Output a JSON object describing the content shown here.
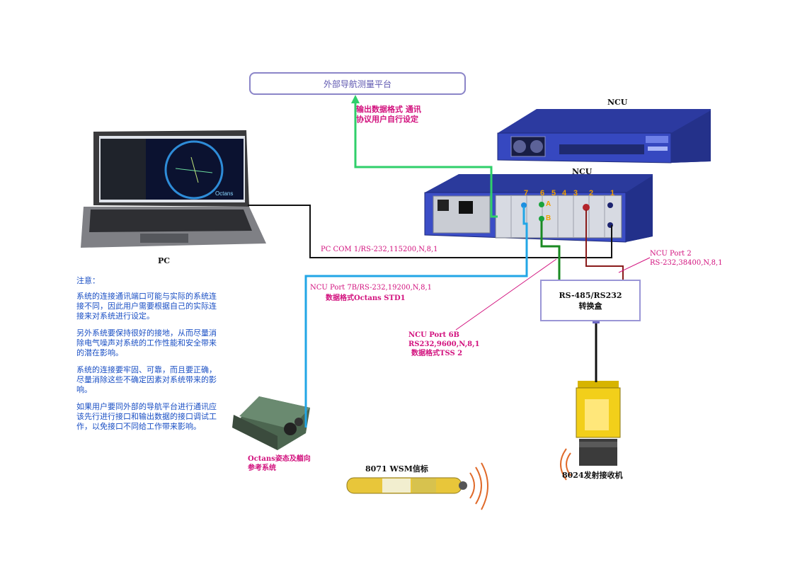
{
  "external_platform": {
    "label": "外部导航测量平台"
  },
  "output_note": {
    "line1": "输出数据格式 通讯",
    "line2": "协议用户自行设定"
  },
  "ncu_top_label": "NCU",
  "ncu_bottom_label": "NCU",
  "ncu_port_numbers": [
    "7",
    "6",
    "5",
    "4",
    "3",
    "2",
    "1"
  ],
  "ncu_port_ab": [
    "A",
    "B"
  ],
  "pc_label": "PC",
  "laptop_screen": {
    "overlay_text": "Octans"
  },
  "pc_com": "PC COM 1/RS-232,115200,N,8,1",
  "ncu_port2": {
    "line1": "NCU Port 2",
    "line2": "RS-232,38400,N,8,1"
  },
  "ncu_port7b": {
    "line1": "NCU Port 7B/RS-232,19200,N,8,1",
    "line2": "数据格式Octans STD1"
  },
  "ncu_port6b": {
    "line1": "NCU Port 6B",
    "line2": "RS232,9600,N,8,1",
    "line3": "数据格式TSS 2"
  },
  "converter": {
    "line1": "RS-485/RS232",
    "line2": "转换盒"
  },
  "notes": {
    "heading": "注意：",
    "paragraphs": [
      "系统的连接通讯端口可能与实际的系统连接不同，因此用户需要根据自己的实际连接来对系统进行设定。",
      "另外系统要保持很好的接地，从而尽量消除电气噪声对系统的工作性能和安全带来的潜在影响。",
      "系统的连接要牢固、可靠，而且要正确，尽量消除这些不确定因素对系统带来的影响。",
      "如果用户要同外部的导航平台进行通讯应该先行进行接口和输出数据的接口调试工作，以免接口不同给工作带来影响。"
    ]
  },
  "octans": {
    "line1": "Octans姿态及艏向",
    "line2": "参考系统"
  },
  "wsm": {
    "label": "8071 WSM信标"
  },
  "transceiver": {
    "label": "8024发射接收机"
  },
  "colors": {
    "green_wire": "#2fcf6a",
    "blue_wire": "#22a6e6",
    "black_wire": "#111111",
    "darkgreen_wire": "#1a8a22",
    "darkred_wire": "#8a1b1b",
    "pink_text": "#d2127e",
    "note_blue": "#1a4fc4"
  }
}
